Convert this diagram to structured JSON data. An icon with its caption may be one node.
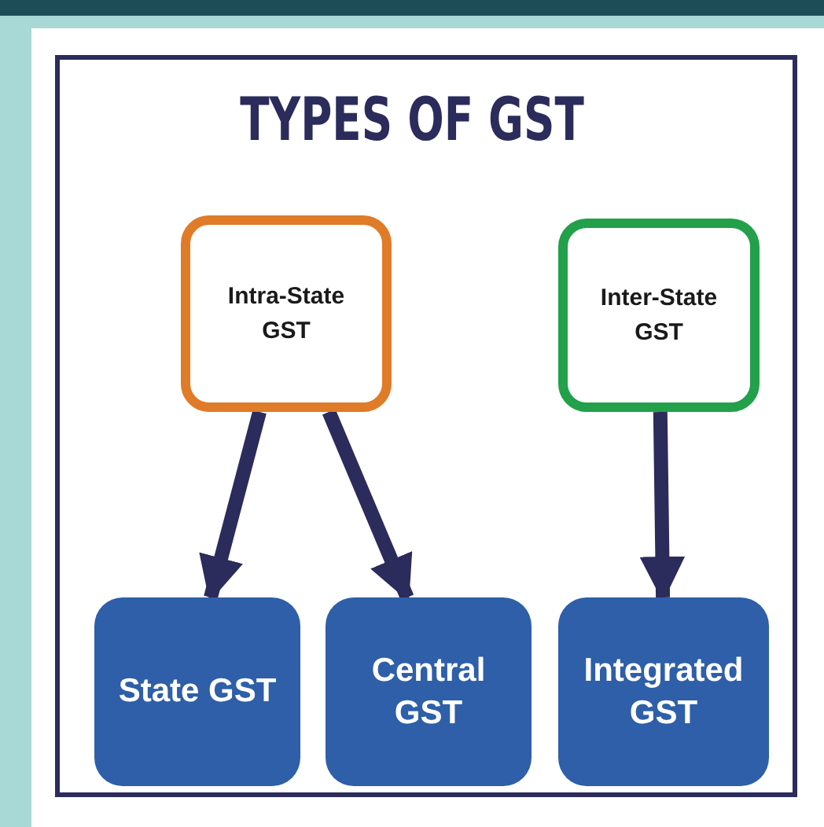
{
  "diagram": {
    "title": "TYPES OF GST",
    "nodes": [
      {
        "text": [
          "Intra-State GST"
        ]
      },
      {
        "text": [
          "Inter-State GST"
        ]
      },
      {
        "text": [
          "State GST"
        ]
      },
      {
        "text": [
          "Central GST"
        ]
      },
      {
        "text": [
          "Integrated GST"
        ]
      }
    ],
    "edges": [
      {
        "from": 0,
        "to": 2,
        "arrow": "to"
      },
      {
        "from": 0,
        "to": 3,
        "arrow": "to"
      },
      {
        "from": 1,
        "to": 4,
        "arrow": "to"
      }
    ]
  }
}
